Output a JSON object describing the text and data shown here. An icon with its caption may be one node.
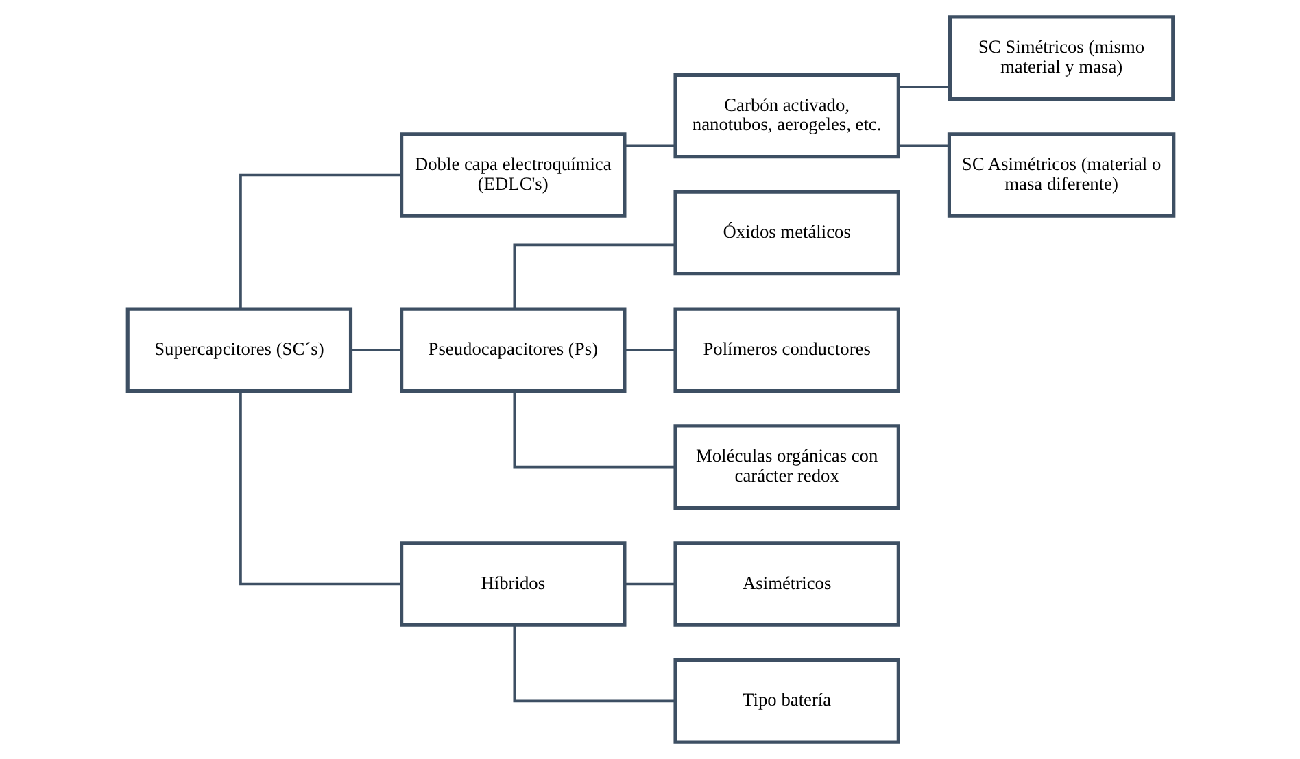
{
  "diagram": {
    "nodes": [
      {
        "text": [
          "Supercapcitores (SC´s)"
        ]
      },
      {
        "text": [
          "Doble capa electroquímica (EDLC's)"
        ]
      },
      {
        "text": [
          "Carbón activado, nanotubos, aerogeles, etc."
        ]
      },
      {
        "text": [
          "SC Simétricos (mismo material y masa)"
        ]
      },
      {
        "text": [
          "SC Asimétricos (material o masa diferente)"
        ]
      },
      {
        "text": [
          "Pseudocapacitores (Ps)"
        ]
      },
      {
        "text": [
          "Óxidos metálicos"
        ]
      },
      {
        "text": [
          "Polímeros conductores"
        ]
      },
      {
        "text": [
          "Moléculas orgánicas con carácter redox"
        ]
      },
      {
        "text": [
          "Híbridos"
        ]
      },
      {
        "text": [
          "Asimétricos"
        ]
      },
      {
        "text": [
          "Tipo batería"
        ]
      }
    ],
    "edges": [
      {
        "from": 0,
        "to": 1,
        "arrow": "none"
      },
      {
        "from": 0,
        "to": 5,
        "arrow": "none"
      },
      {
        "from": 0,
        "to": 9,
        "arrow": "none"
      },
      {
        "from": 1,
        "to": 2,
        "arrow": "none"
      },
      {
        "from": 2,
        "to": 3,
        "arrow": "none"
      },
      {
        "from": 2,
        "to": 4,
        "arrow": "none"
      },
      {
        "from": 5,
        "to": 6,
        "arrow": "none"
      },
      {
        "from": 5,
        "to": 7,
        "arrow": "none"
      },
      {
        "from": 5,
        "to": 8,
        "arrow": "none"
      },
      {
        "from": 9,
        "to": 10,
        "arrow": "none"
      },
      {
        "from": 9,
        "to": 11,
        "arrow": "none"
      }
    ]
  }
}
